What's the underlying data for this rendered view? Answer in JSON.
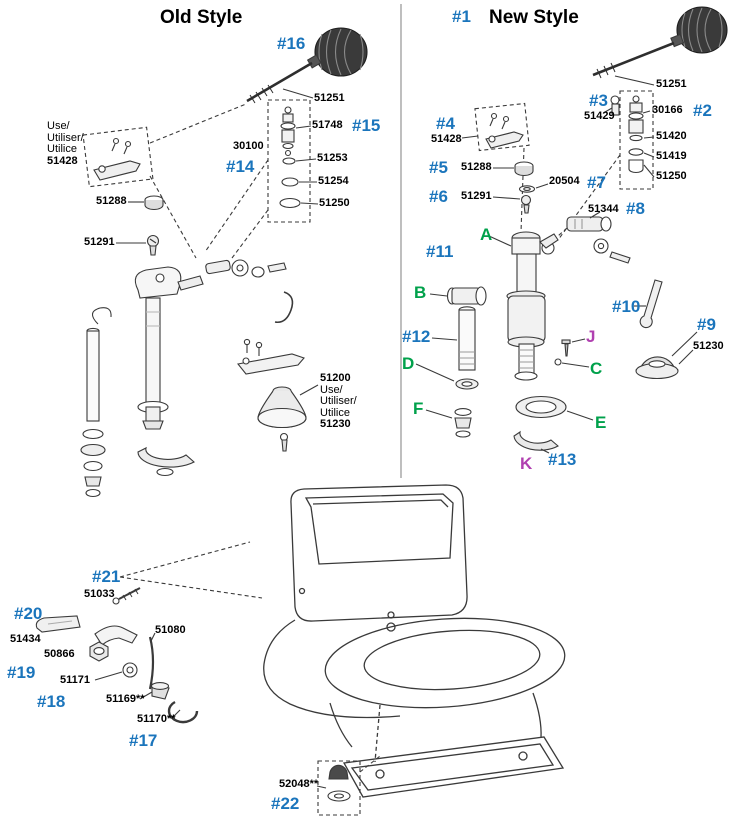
{
  "colors": {
    "callout_blue": "#1b75bc",
    "letter_green": "#00a14b",
    "letter_magenta": "#b040b0",
    "line_dark": "#3a3a3a"
  },
  "old_style": {
    "title": "Old Style",
    "callouts": {
      "n16": "#16",
      "n15": "#15",
      "n14": "#14",
      "p51251": "51251",
      "p51748": "51748",
      "p30100": "30100",
      "p51253": "51253",
      "p51254": "51254",
      "p51250": "51250",
      "p51288": "51288",
      "p51291": "51291"
    },
    "use_note": {
      "l1": "Use/",
      "l2": "Utiliser/",
      "l3": "Utilice",
      "part": "51428"
    },
    "flapper_note": {
      "part_top": "51200",
      "l1": "Use/",
      "l2": "Utiliser/",
      "l3": "Utilice",
      "part_bottom": "51230"
    }
  },
  "new_style": {
    "number": "#1",
    "title": "New Style",
    "callouts": {
      "n2": "#2",
      "n3": "#3",
      "n4": "#4",
      "n5": "#5",
      "n6": "#6",
      "n7": "#7",
      "n8": "#8",
      "n9": "#9",
      "n10": "#10",
      "n11": "#11",
      "n12": "#12",
      "n13": "#13",
      "p51251": "51251",
      "p51429": "51429",
      "p30166": "30166",
      "p51428": "51428",
      "p51288": "51288",
      "p51420": "51420",
      "p51419": "51419",
      "p51250": "51250",
      "p51291": "51291",
      "p20504": "20504",
      "p51344": "51344",
      "p51230": "51230"
    },
    "letters": {
      "A": "A",
      "B": "B",
      "C": "C",
      "D": "D",
      "E": "E",
      "F": "F",
      "J": "J",
      "K": "K"
    }
  },
  "trip_lever": {
    "callouts": {
      "n17": "#17",
      "n18": "#18",
      "n19": "#19",
      "n20": "#20",
      "n21": "#21",
      "p51033": "51033",
      "p51434": "51434",
      "p50866": "50866",
      "p51080": "51080",
      "p51171": "51171",
      "p51169": "51169**",
      "p51170": "51170**"
    }
  },
  "bolt_cap": {
    "callouts": {
      "p52048": "52048**",
      "n22": "#22"
    }
  }
}
